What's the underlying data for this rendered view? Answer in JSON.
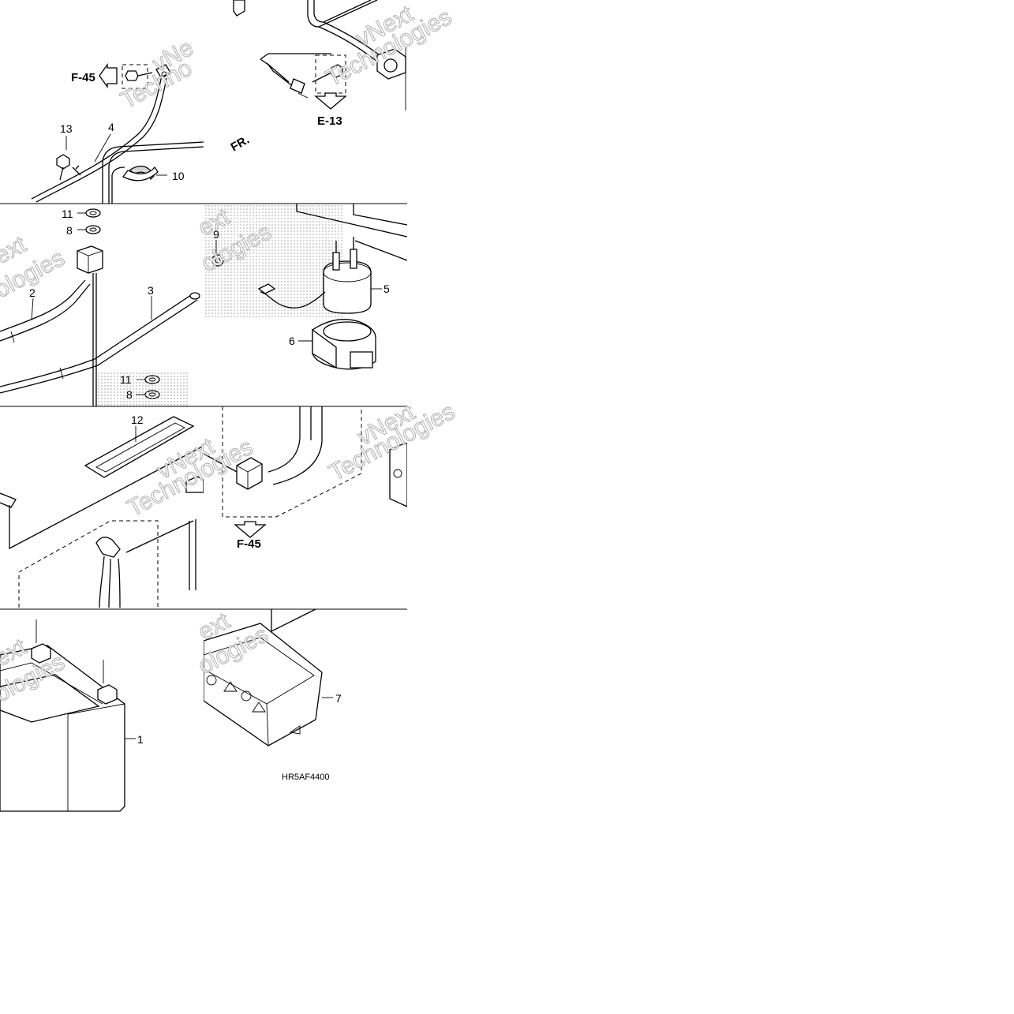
{
  "diagram": {
    "code": "HR5AF4400",
    "direction_label": "FR.",
    "refs": {
      "f45_top": "F-45",
      "e13": "E-13",
      "f45_bottom": "F-45"
    },
    "callouts": {
      "p1": "1",
      "p2": "2",
      "p3": "3",
      "p4": "4",
      "p5": "5",
      "p6": "6",
      "p7": "7",
      "p8a": "8",
      "p8b": "8",
      "p9": "9",
      "p10": "10",
      "p11a": "11",
      "p11b": "11",
      "p12": "12",
      "p13": "13"
    }
  },
  "watermark": {
    "brand_top": "vNext",
    "brand_bottom": "Technologies",
    "frag_ext": "ext",
    "frag_ologies": "ologies",
    "frag_techno": "Techno",
    "frag_vne": "vNe"
  },
  "colors": {
    "line": "#000000",
    "paper": "#ffffff",
    "watermark_stroke": "#a8a8a8",
    "stipple": "#bdbdbd"
  }
}
